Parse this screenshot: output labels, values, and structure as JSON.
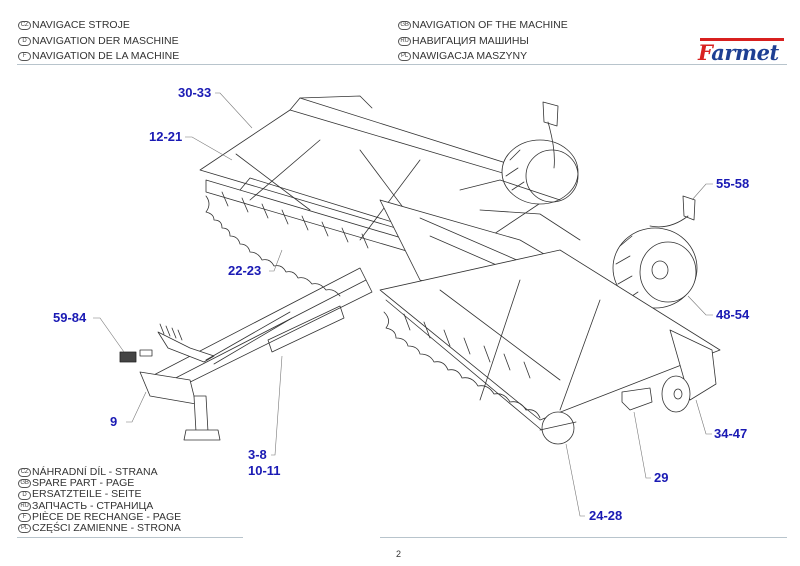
{
  "header": {
    "left": [
      {
        "lang": "CZ",
        "text": "NAVIGACE STROJE"
      },
      {
        "lang": "D",
        "text": "NAVIGATION DER MASCHINE"
      },
      {
        "lang": "F",
        "text": "NAVIGATION DE LA MACHINE"
      }
    ],
    "right": [
      {
        "lang": "GB",
        "text": "NAVIGATION OF THE MACHINE"
      },
      {
        "lang": "RU",
        "text": "НАВИГАЦИЯ МАШИНЫ"
      },
      {
        "lang": "PL",
        "text": "NAWIGACJA MASZYNY"
      }
    ]
  },
  "logo": {
    "first_letter": "F",
    "rest": "armet",
    "colors": {
      "red": "#d8201f",
      "blue": "#1e3f93"
    }
  },
  "drawing": {
    "subject": "trailed disc harrow (exploded navigation view)",
    "callouts": [
      {
        "id": "c1",
        "label": "30-33"
      },
      {
        "id": "c2",
        "label": "12-21"
      },
      {
        "id": "c3",
        "label": "55-58"
      },
      {
        "id": "c4",
        "label": "22-23"
      },
      {
        "id": "c5",
        "label": "48-54"
      },
      {
        "id": "c6",
        "label": "59-84"
      },
      {
        "id": "c7",
        "label": "9"
      },
      {
        "id": "c8",
        "label": "34-47"
      },
      {
        "id": "c9",
        "label": "3-8"
      },
      {
        "id": "c10",
        "label": "10-11"
      },
      {
        "id": "c11",
        "label": "29"
      },
      {
        "id": "c12",
        "label": "24-28"
      }
    ],
    "callout_color": "#1a1ab4"
  },
  "footer": {
    "legend": [
      {
        "lang": "CZ",
        "text": "NÁHRADNÍ DÍL - STRANA"
      },
      {
        "lang": "GB",
        "text": "SPARE PART - PAGE"
      },
      {
        "lang": "D",
        "text": "ERSATZTEILE - SEITE"
      },
      {
        "lang": "RU",
        "text": "ЗАПЧАСТЬ - СТРАНИЦА"
      },
      {
        "lang": "F",
        "text": "PIÈCE DE RECHANGE - PAGE"
      },
      {
        "lang": "PL",
        "text": "CZĘŚCI ZAMIENNE - STRONA"
      }
    ]
  },
  "page": {
    "number": "2"
  }
}
